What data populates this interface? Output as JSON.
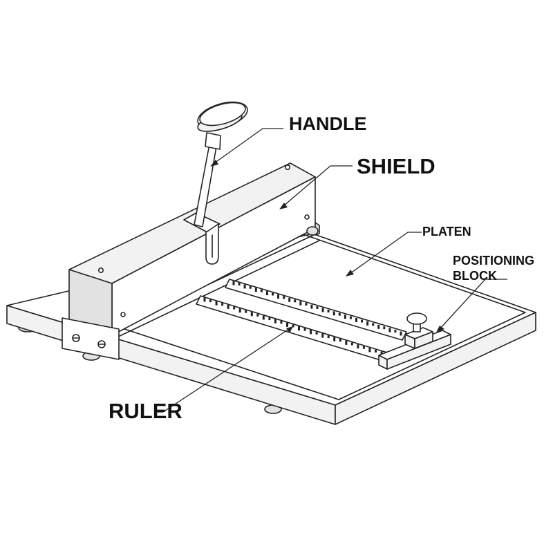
{
  "labels": {
    "handle": "HANDLE",
    "shield": "SHIELD",
    "platen": "PLATEN",
    "positioning_block_line1": "POSITIONING",
    "positioning_block_line2": "BLOCK",
    "ruler": "RULER"
  },
  "colors": {
    "line": "#222222",
    "background": "#ffffff"
  }
}
